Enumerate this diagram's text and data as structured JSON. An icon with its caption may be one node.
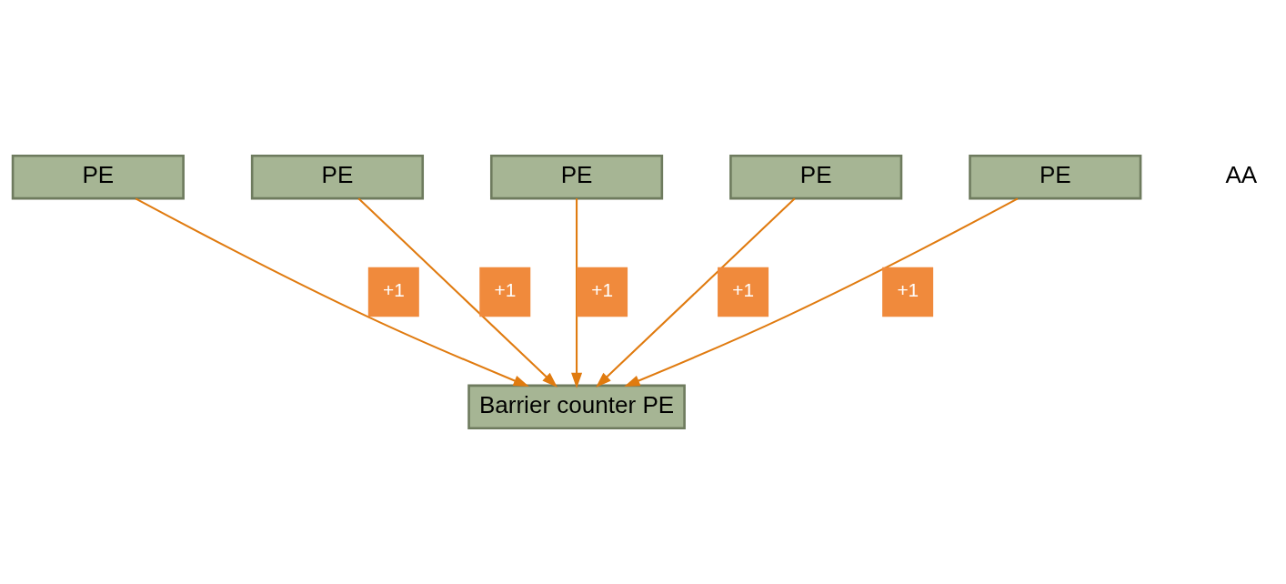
{
  "diagram": {
    "nodes": [
      {
        "text": [
          "PE"
        ]
      },
      {
        "text": [
          "PE"
        ]
      },
      {
        "text": [
          "PE"
        ]
      },
      {
        "text": [
          "PE"
        ]
      },
      {
        "text": [
          "PE"
        ]
      },
      {
        "text": [
          "Barrier counter PE"
        ]
      }
    ],
    "edges": [
      {
        "from": 0,
        "to": 5,
        "arrow": "to",
        "label": "+1"
      },
      {
        "from": 1,
        "to": 5,
        "arrow": "to",
        "label": "+1"
      },
      {
        "from": 2,
        "to": 5,
        "arrow": "to",
        "label": "+1"
      },
      {
        "from": 3,
        "to": 5,
        "arrow": "to",
        "label": "+1"
      },
      {
        "from": 4,
        "to": 5,
        "arrow": "to",
        "label": "+1"
      }
    ],
    "labels": [
      "AA"
    ]
  }
}
